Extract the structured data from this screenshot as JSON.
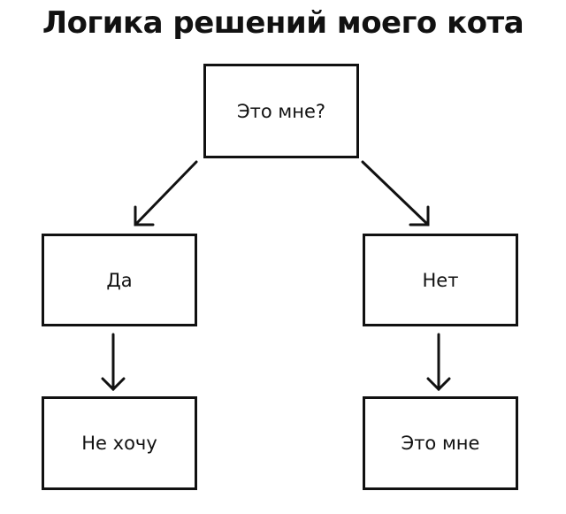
{
  "title": "Логика решений моего кота",
  "nodes": {
    "question": "Это мне?",
    "yes": "Да",
    "no": "Нет",
    "yes_result": "Не хочу",
    "no_result": "Это мне"
  }
}
